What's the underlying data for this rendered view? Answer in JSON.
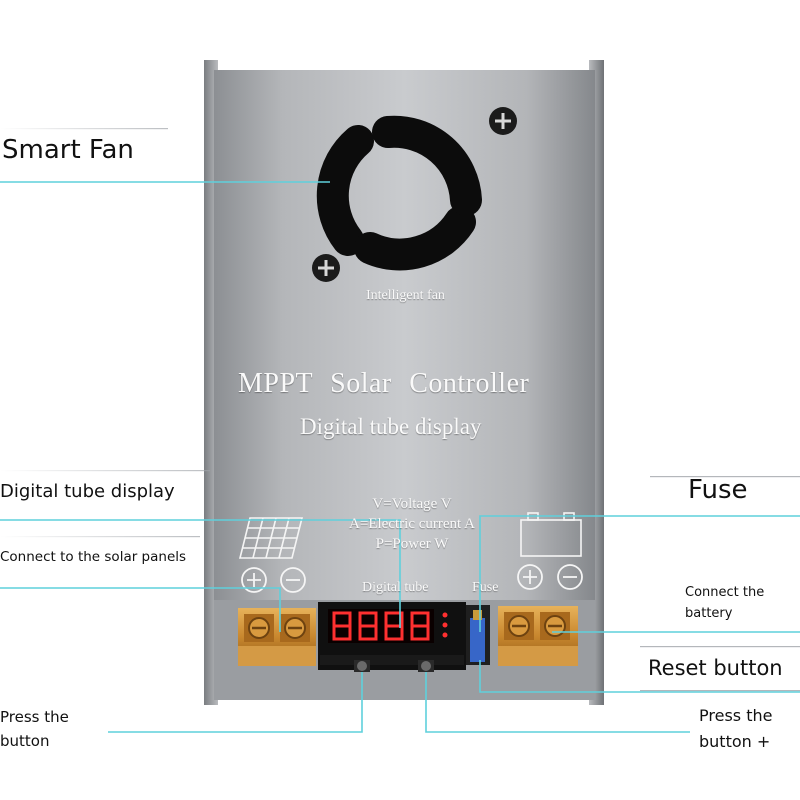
{
  "labels": {
    "smart_fan": "Smart Fan",
    "digital_tube_display": "Digital tube display",
    "connect_solar": "Connect to the solar panels",
    "press_button_minus": [
      "Press the",
      "button"
    ],
    "fuse": "Fuse",
    "connect_battery": [
      "Connect the",
      "battery"
    ],
    "reset_button": "Reset button",
    "press_button_plus": [
      "Press the",
      "button +"
    ]
  },
  "panel": {
    "fan_caption": "Intelligent fan",
    "title": "MPPT Solar Controller",
    "subtitle": "Digital tube display",
    "legend": [
      "V=Voltage V",
      "A=Electric current A",
      "P=Power W"
    ],
    "digital_tube_caption": "Digital tube",
    "fuse_caption": "Fuse"
  },
  "colors": {
    "leader_line": "#5fd0dc",
    "panel_light": "#c9cbce",
    "panel_dark": "#86898d",
    "terminal_brass": "#c8872e",
    "segment_red": "#ff3030"
  }
}
